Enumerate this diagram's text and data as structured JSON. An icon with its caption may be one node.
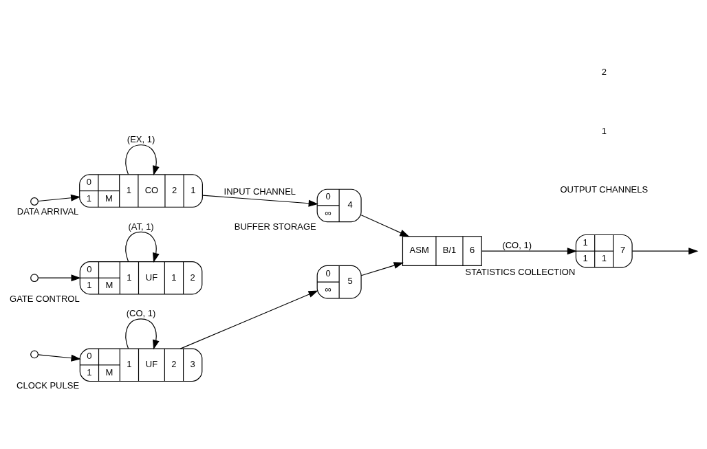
{
  "diagram": {
    "nodes": [
      {
        "text": [],
        "shape": "circle"
      },
      {
        "text": [
          "0",
          "1",
          "M",
          "1",
          "CO",
          "2",
          "1"
        ],
        "beside": [
          "DATA ARRIVAL"
        ]
      },
      {
        "text": [],
        "shape": "circle"
      },
      {
        "text": [
          "0",
          "1",
          "M",
          "1",
          "UF",
          "1",
          "2"
        ],
        "beside": [
          "GATE CONTROL"
        ]
      },
      {
        "text": [],
        "shape": "circle"
      },
      {
        "text": [
          "0",
          "1",
          "M",
          "1",
          "UF",
          "2",
          "3"
        ],
        "beside": [
          "CLOCK PULSE"
        ]
      },
      {
        "text": [
          "0",
          "∞",
          "4"
        ],
        "beside": [
          "BUFFER STORAGE"
        ]
      },
      {
        "text": [
          "0",
          "∞",
          "5"
        ]
      },
      {
        "text": [
          "ASM",
          "B/1",
          "6"
        ]
      },
      {
        "text": [
          "1",
          "1",
          "1",
          "7"
        ],
        "beside": [
          "STATISTICS COLLECTION"
        ]
      }
    ],
    "edges": [
      {
        "from": 0,
        "to": 1,
        "arrow": "to"
      },
      {
        "from": 1,
        "to": 1,
        "arrow": "to",
        "label": "(EX, 1)"
      },
      {
        "from": 1,
        "to": 6,
        "arrow": "to",
        "label": "INPUT CHANNEL"
      },
      {
        "from": 2,
        "to": 3,
        "arrow": "to"
      },
      {
        "from": 3,
        "to": 3,
        "arrow": "to",
        "label": "(AT, 1)"
      },
      {
        "from": 4,
        "to": 5,
        "arrow": "to"
      },
      {
        "from": 5,
        "to": 5,
        "arrow": "to",
        "label": "(CO, 1)"
      },
      {
        "from": 5,
        "to": 7,
        "arrow": "to"
      },
      {
        "from": 6,
        "to": 8,
        "arrow": "to"
      },
      {
        "from": 7,
        "to": 8,
        "arrow": "to"
      },
      {
        "from": 8,
        "to": 9,
        "arrow": "to",
        "label": "(CO, 1)"
      },
      {
        "from": 9,
        "to": null,
        "arrow": "to"
      }
    ],
    "labels": [
      "OUTPUT CHANNELS",
      "1",
      "2"
    ]
  }
}
